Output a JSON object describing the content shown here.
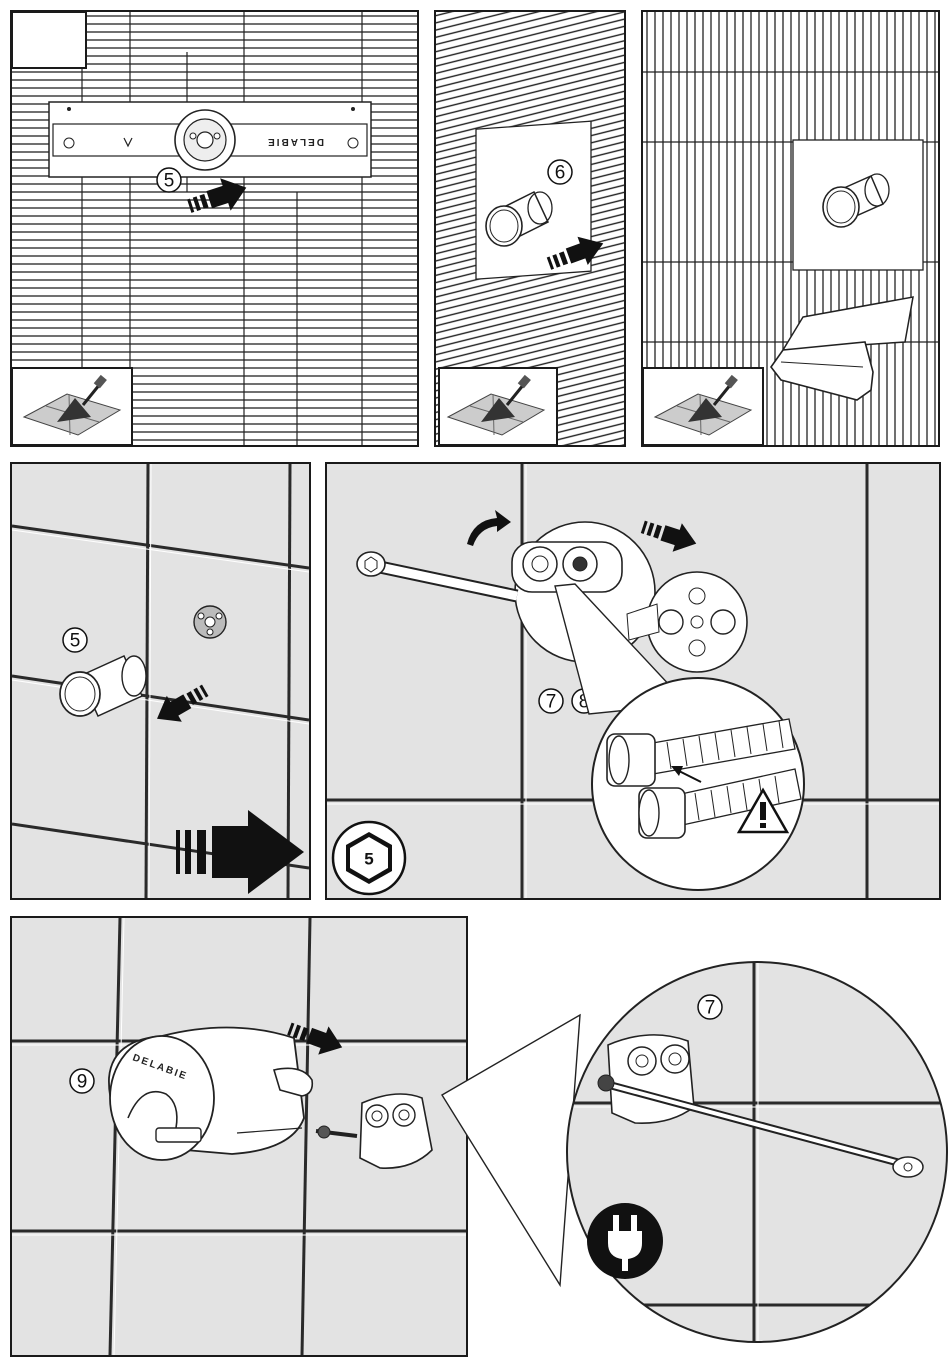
{
  "steps": {
    "p1_callout": "5",
    "p2_callout": "6",
    "p4_callout": "5",
    "p5_callout_a": "7",
    "p5_callout_b": "8",
    "p6_callout_main": "9",
    "p6_callout_zoom": "7"
  },
  "tool_size": "5",
  "brand_text_mirrored": "DELABIE",
  "brand_text": "DELABIE",
  "icons": [
    "trowel-icon",
    "hex-key-icon",
    "warning-icon",
    "power-plug-icon",
    "rotate-arrow-icon",
    "direction-arrow-icon"
  ],
  "colors": {
    "line": "#1a1a1a",
    "tile": "#e3e3e3",
    "grout": "#2a2a2a",
    "white": "#ffffff"
  }
}
